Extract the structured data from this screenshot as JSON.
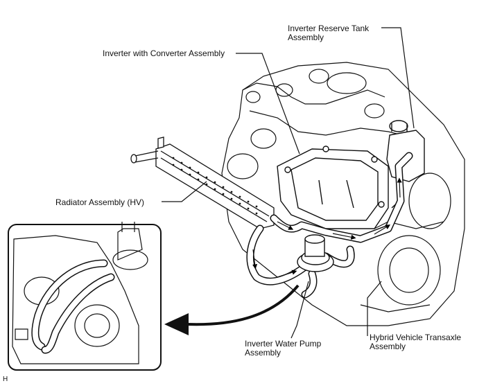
{
  "labels": {
    "reserve_tank": [
      "Inverter Reserve Tank",
      "Assembly"
    ],
    "inverter": "Inverter with Converter Assembly",
    "radiator": "Radiator Assembly (HV)",
    "pump": [
      "Inverter Water Pump",
      "Assembly"
    ],
    "transaxle": [
      "Hybrid Vehicle Transaxle",
      "Assembly"
    ]
  },
  "corner_mark": "H"
}
